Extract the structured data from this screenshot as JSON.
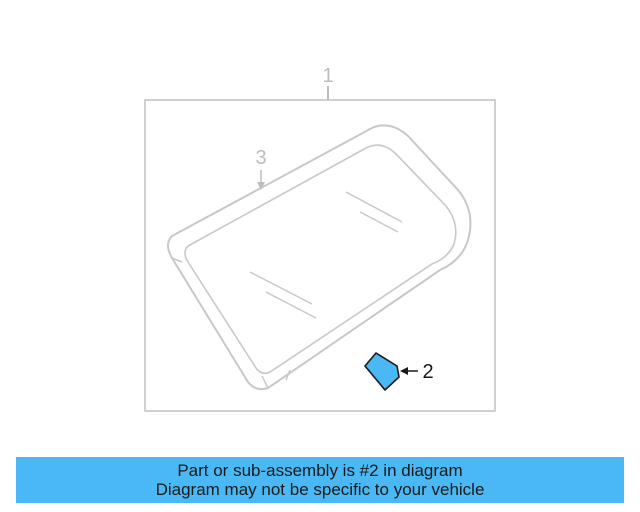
{
  "diagram": {
    "callouts": {
      "main_assembly": "1",
      "highlighted_part": "2",
      "seal": "3"
    },
    "colors": {
      "line_gray": "#c8c8c8",
      "highlight_fill": "#4ab8f4",
      "highlight_stroke": "#1a1a1a",
      "callout_active": "#1a1a1a",
      "callout_inactive": "#bdbdbd"
    }
  },
  "banner": {
    "line1": "Part or sub-assembly is #2 in diagram",
    "line2": "Diagram may not be specific to your vehicle",
    "background": "#4ab8f4"
  }
}
